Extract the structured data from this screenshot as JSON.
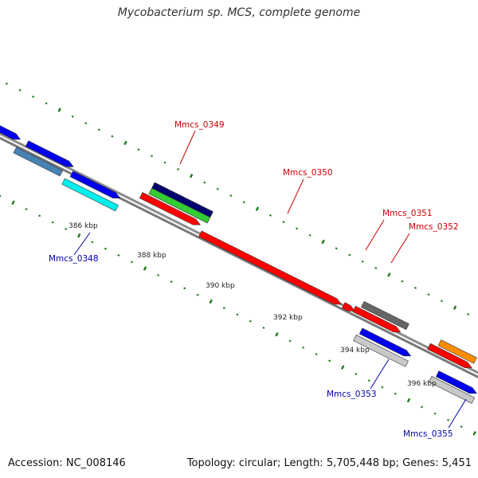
{
  "header": {
    "title": "Mycobacterium sp. MCS, complete genome"
  },
  "footer": {
    "accession_label": "Accession:",
    "accession": "NC_008146",
    "topology_label": "Topology:",
    "topology": "circular",
    "length_label": "Length:",
    "length": "5,705,448 bp",
    "genes_label": "Genes:",
    "genes": "5,451"
  },
  "ruler": {
    "tick_labels": [
      "386 kbp",
      "388 kbp",
      "390 kbp",
      "392 kbp",
      "394 kbp",
      "396 kbp"
    ]
  },
  "gene_labels": [
    {
      "name": "Mmcs_0348",
      "color": "#0000aa"
    },
    {
      "name": "Mmcs_0349",
      "color": "#cc0000"
    },
    {
      "name": "Mmcs_0350",
      "color": "#cc0000"
    },
    {
      "name": "Mmcs_0351",
      "color": "#cc0000"
    },
    {
      "name": "Mmcs_0352",
      "color": "#cc0000"
    },
    {
      "name": "Mmcs_0353",
      "color": "#0000aa"
    },
    {
      "name": "Mmcs_0355",
      "color": "#0000aa"
    }
  ],
  "colors": {
    "backbone": "#8c8c8c",
    "tick_dots": "#1a7a1a",
    "gene_red": "#ff0000",
    "gene_blue": "#0000ee",
    "gene_navy": "#00006e",
    "gene_green": "#33cc33",
    "gene_cyan": "#00eeee",
    "gene_steel": "#4682b4",
    "gene_gray": "#666666",
    "gene_lightgray": "#c8c8c8",
    "gene_orange": "#ff8c00"
  }
}
